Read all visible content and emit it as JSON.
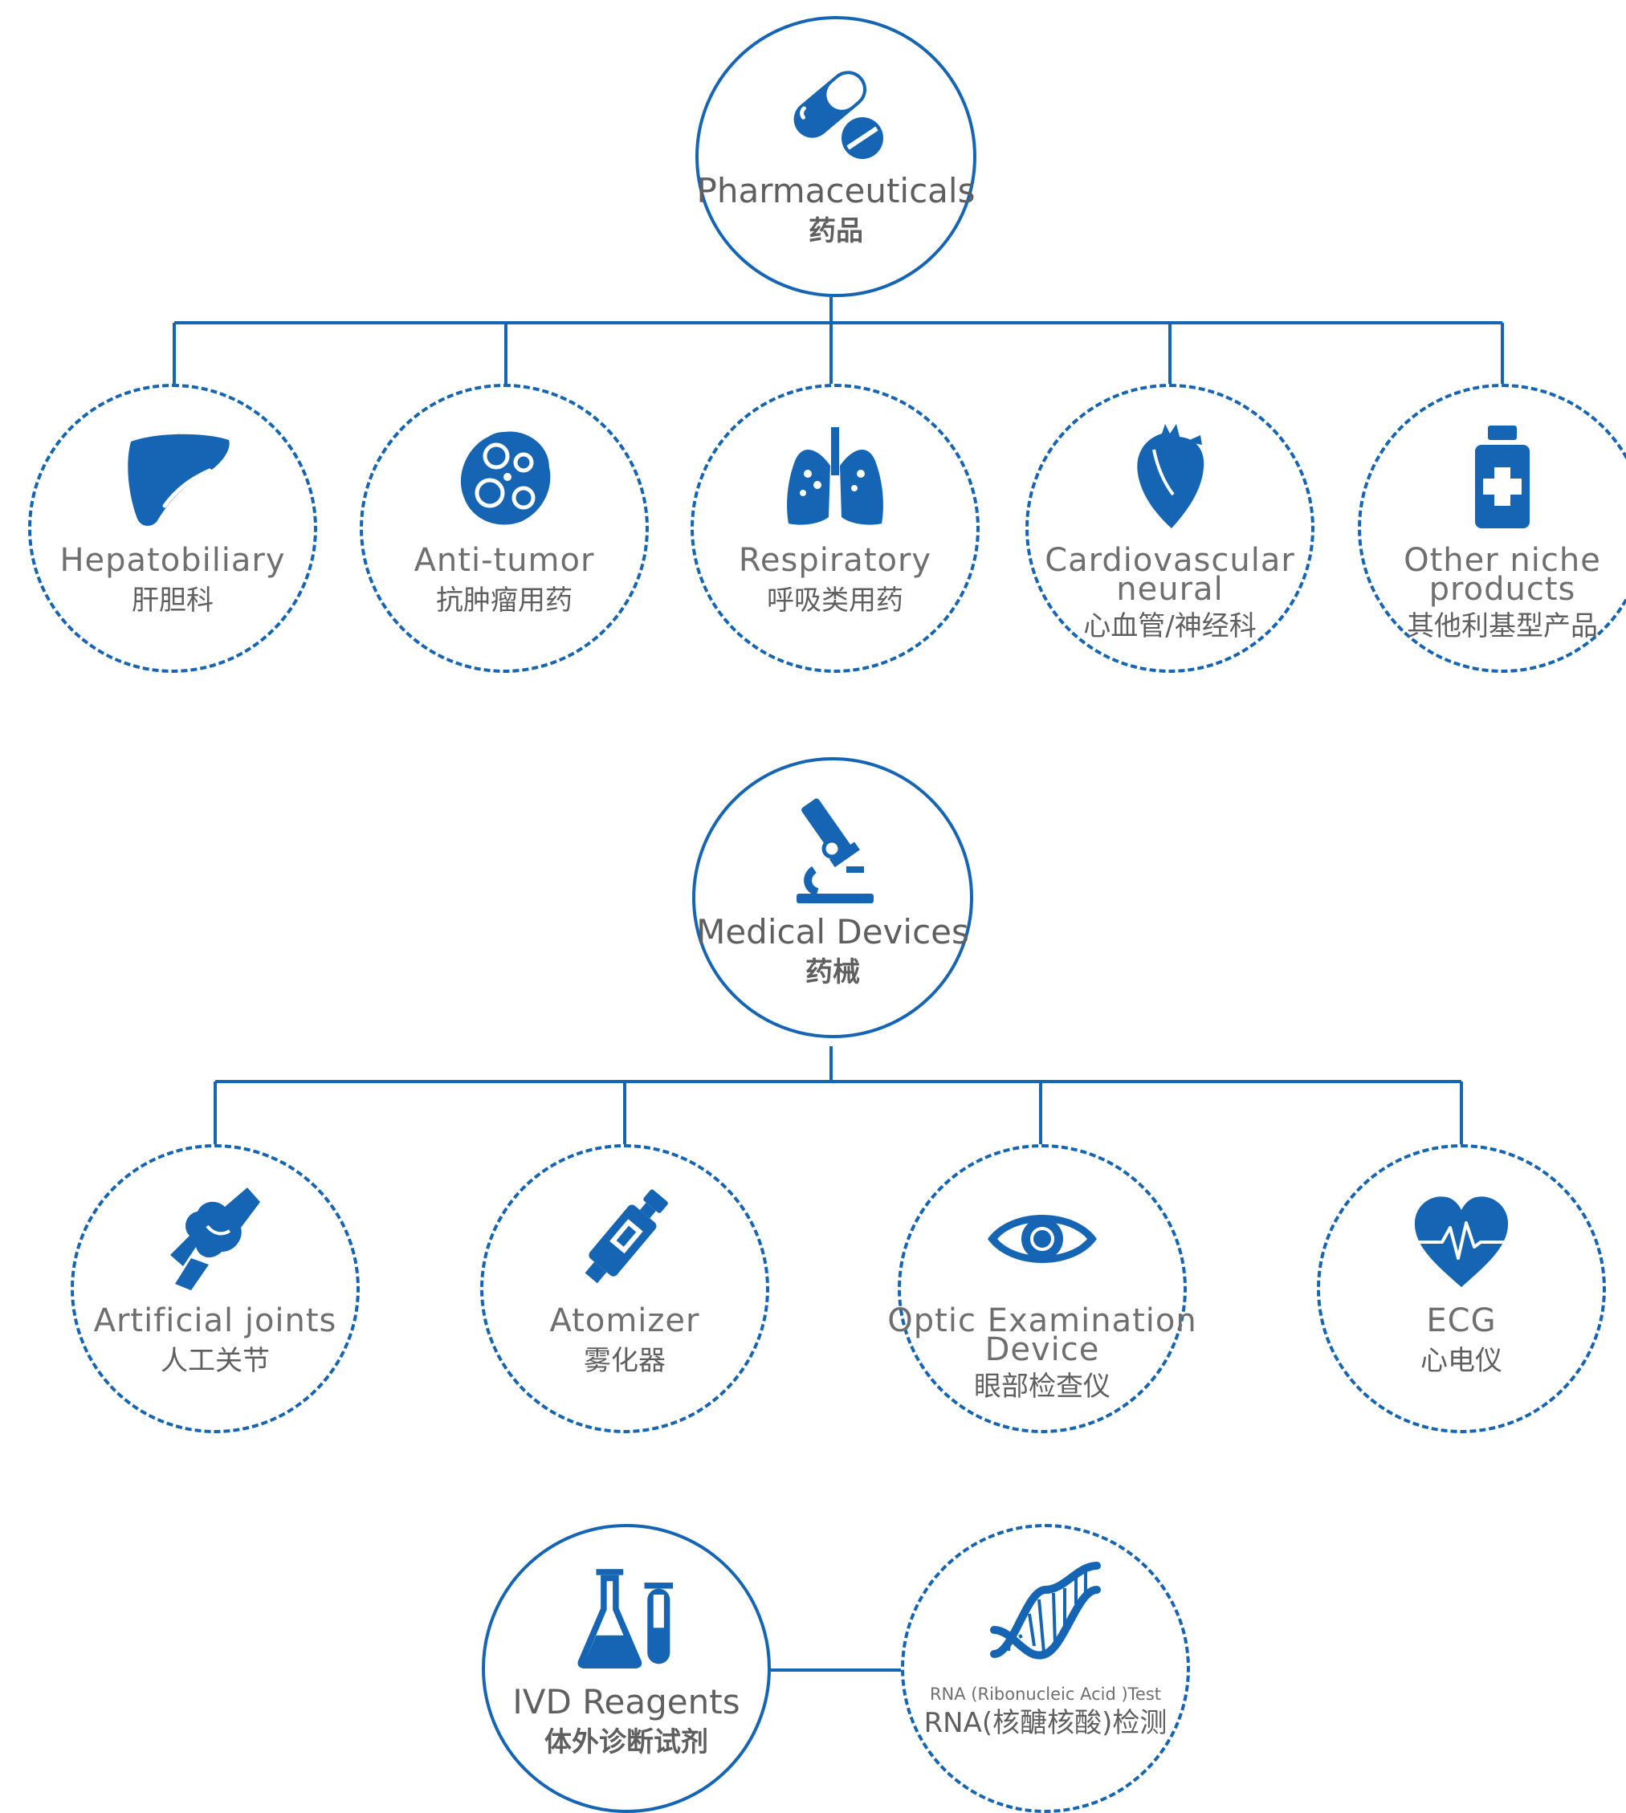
{
  "colors": {
    "primary_blue": "#1565b4",
    "text_gray": "#6f6f6f",
    "background": "#ffffff"
  },
  "pharmaceuticals": {
    "icon": "capsule-pill-icon",
    "label_en": "Pharmaceuticals",
    "label_zh": "药品",
    "children": [
      {
        "icon": "liver-icon",
        "label_en": "Hepatobiliary",
        "label_zh": "肝胆科"
      },
      {
        "icon": "tumor-cell-icon",
        "label_en": "Anti-tumor",
        "label_zh": "抗肿瘤用药"
      },
      {
        "icon": "lungs-icon",
        "label_en": "Respiratory",
        "label_zh": "呼吸类用药"
      },
      {
        "icon": "heart-icon",
        "label_en_line1": "Cardiovascular",
        "label_en_line2": "neural",
        "label_zh": "心血管/神经科"
      },
      {
        "icon": "medicine-bottle-icon",
        "label_en_line1": "Other niche",
        "label_en_line2": "products",
        "label_zh": "其他利基型产品"
      }
    ]
  },
  "medical_devices": {
    "icon": "microscope-icon",
    "label_en": "Medical Devices",
    "label_zh": "药械",
    "children": [
      {
        "icon": "knee-joint-icon",
        "label_en": "Artificial joints",
        "label_zh": "人工关节"
      },
      {
        "icon": "atomizer-icon",
        "label_en": "Atomizer",
        "label_zh": "雾化器"
      },
      {
        "icon": "eye-icon",
        "label_en_line1": "Optic Examination",
        "label_en_line2": "Device",
        "label_zh": "眼部检查仪"
      },
      {
        "icon": "ecg-heart-icon",
        "label_en": "ECG",
        "label_zh": "心电仪"
      }
    ]
  },
  "ivd_reagents": {
    "icon": "flask-test-tube-icon",
    "label_en": "IVD Reagents",
    "label_zh": "体外诊断试剂",
    "children": [
      {
        "icon": "dna-icon",
        "label_en": "RNA (Ribonucleic Acid )Test",
        "label_zh": "RNA(核醣核酸)检测"
      }
    ]
  }
}
